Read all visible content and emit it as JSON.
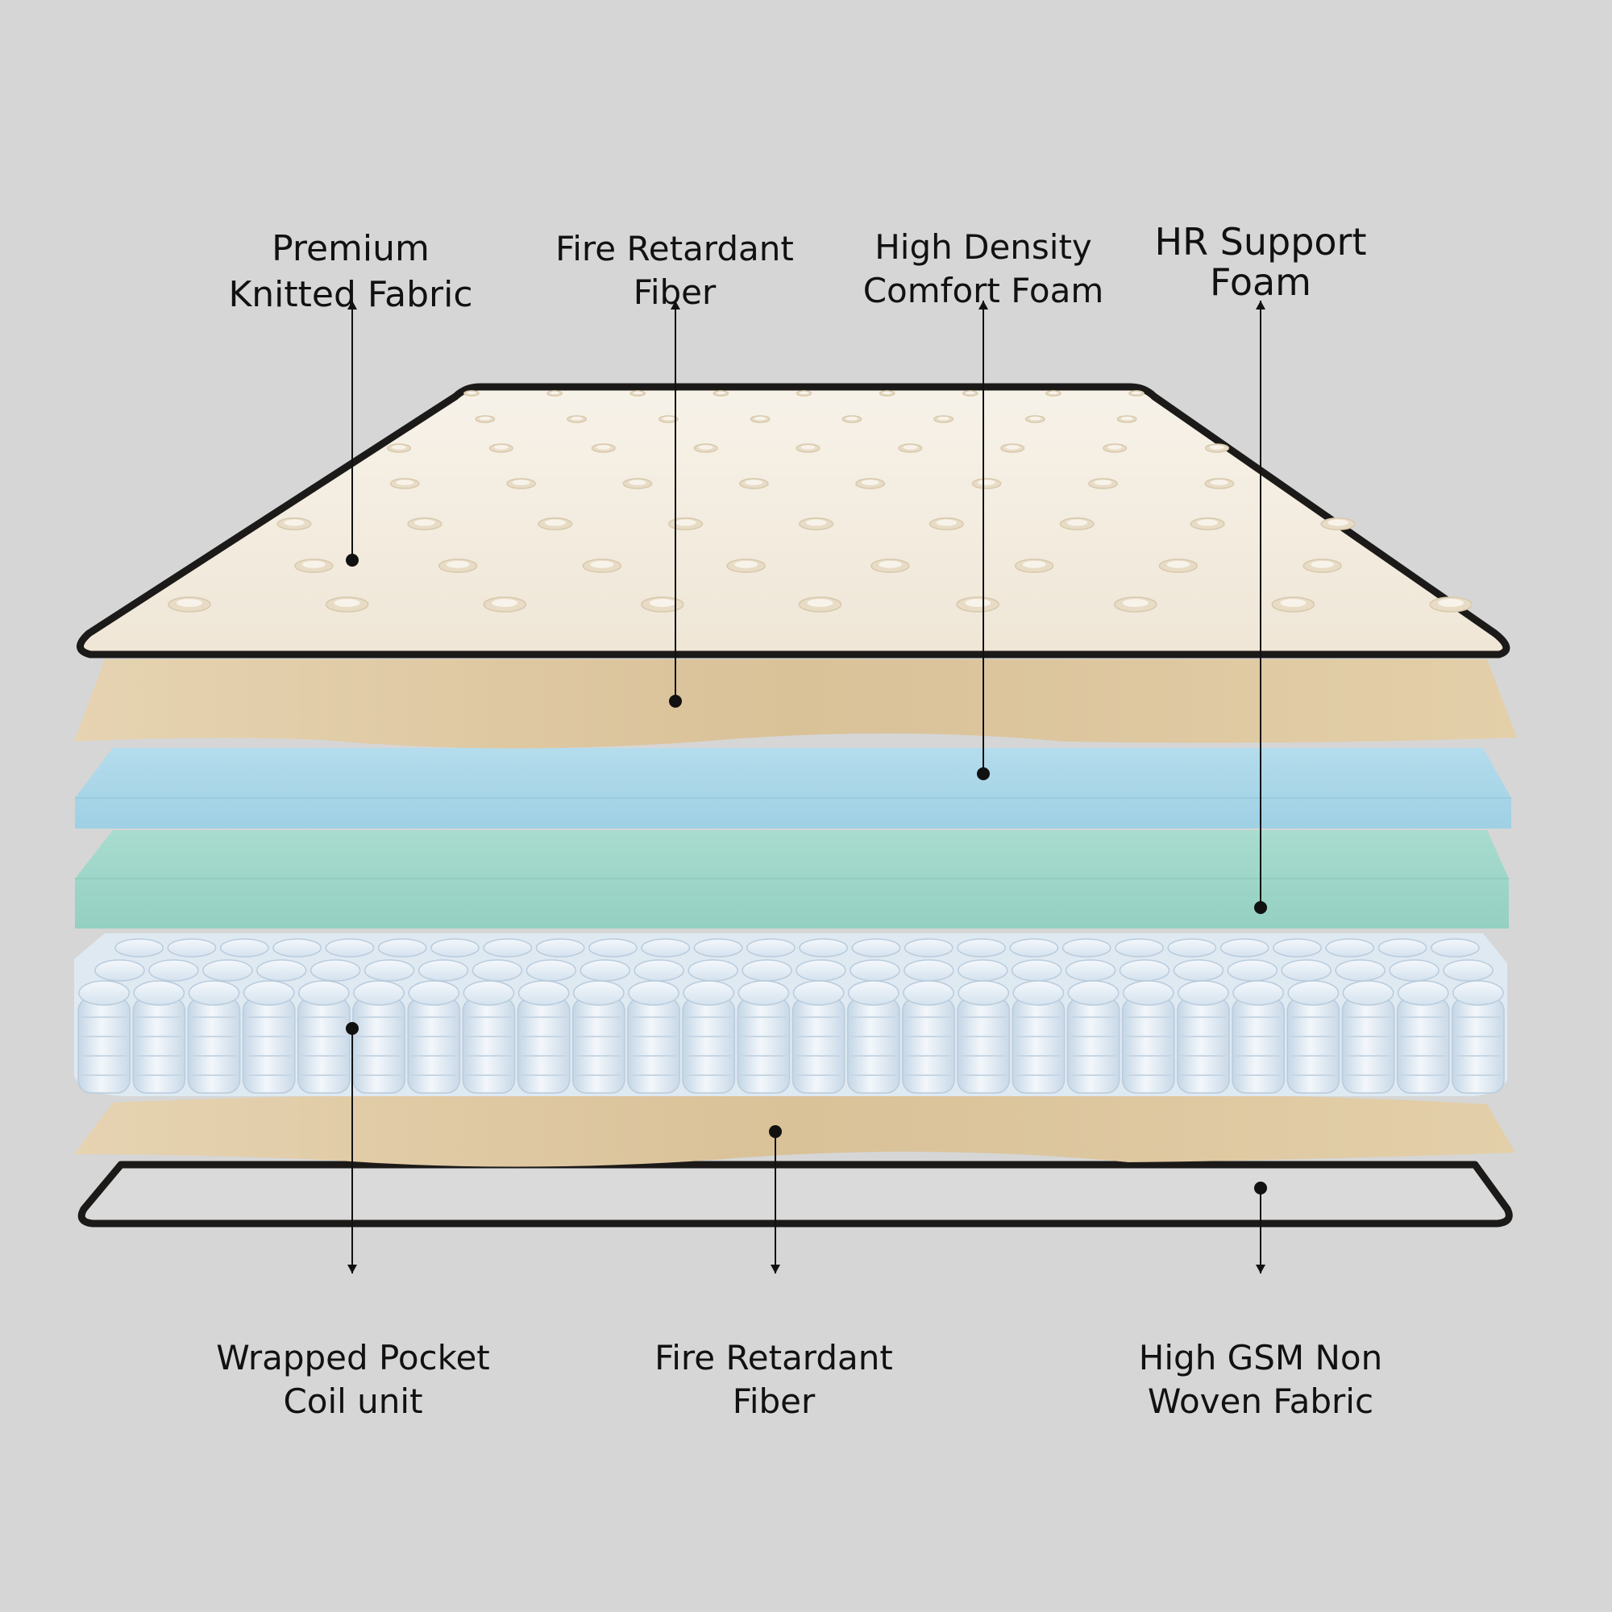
{
  "colors": {
    "background": "#d6d6d6",
    "label": "#111111",
    "border": "#1c1a18",
    "knit_fabric": "#f3ecdf",
    "fiber": "#dcc6a0",
    "comfort_foam": "#a9d6e8",
    "support_foam": "#9ed6cb",
    "coils": "#dde9f3",
    "non_woven": "#dddddd"
  },
  "labels": {
    "top": [
      {
        "line1": "Premium",
        "line2": "Knitted Fabric"
      },
      {
        "line1": "Fire Retardant",
        "line2": "Fiber"
      },
      {
        "line1": "High Density",
        "line2": "Comfort Foam"
      },
      {
        "line1": "HR Support",
        "line2": "Foam"
      }
    ],
    "bottom": [
      {
        "line1": "Wrapped Pocket",
        "line2": "Coil unit"
      },
      {
        "line1": "Fire Retardant",
        "line2": "Fiber"
      },
      {
        "line1": "High GSM Non",
        "line2": "Woven Fabric"
      }
    ]
  }
}
